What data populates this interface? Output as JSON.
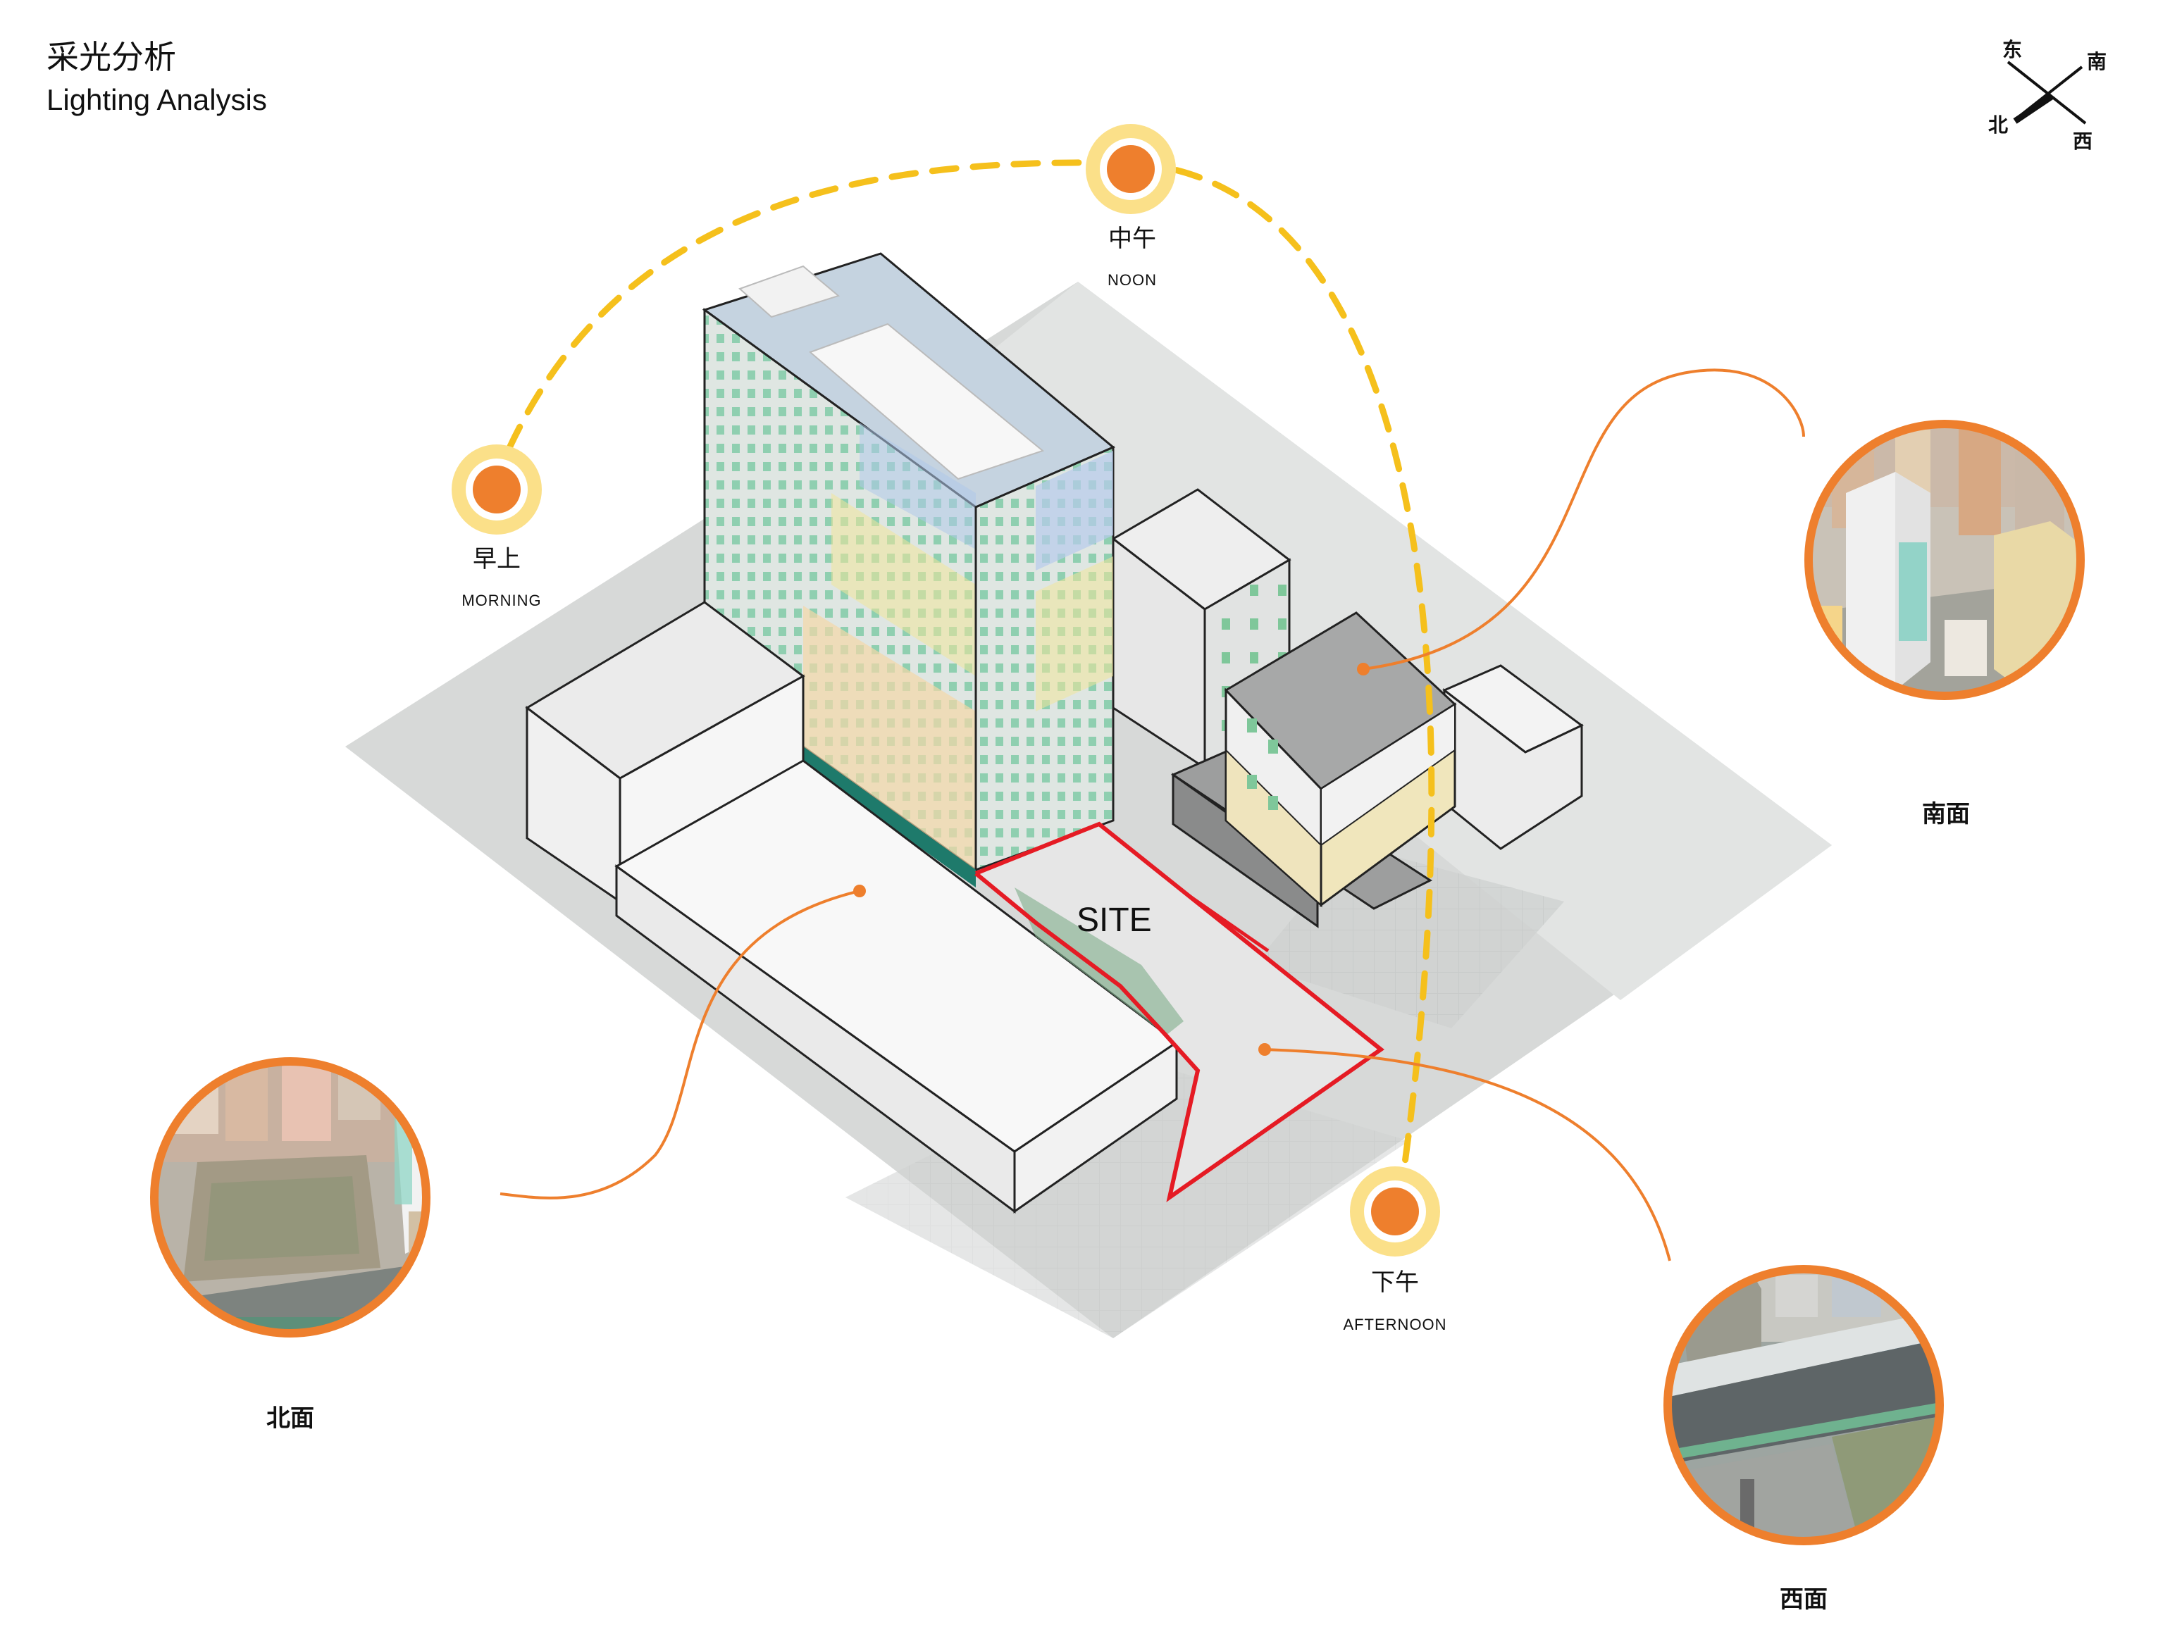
{
  "title": {
    "cn": "采光分析",
    "en": "Lighting Analysis"
  },
  "compass": {
    "east": "东",
    "south": "南",
    "north": "北",
    "west": "西"
  },
  "sun_positions": [
    {
      "id": "morning",
      "cn": "早上",
      "en": "MORNING"
    },
    {
      "id": "noon",
      "cn": "中午",
      "en": "NOON"
    },
    {
      "id": "afternoon",
      "cn": "下午",
      "en": "AFTERNOON"
    }
  ],
  "site_label": "SITE",
  "views": [
    {
      "id": "south",
      "label": "南面"
    },
    {
      "id": "north",
      "label": "北面"
    },
    {
      "id": "west",
      "label": "西面"
    }
  ],
  "colors": {
    "sun_path": "#f5c01c",
    "sun_core": "#ee7f2d",
    "sun_halo": "#fbe089",
    "leader": "#ee7f2d",
    "site_outline": "#e51b24"
  }
}
